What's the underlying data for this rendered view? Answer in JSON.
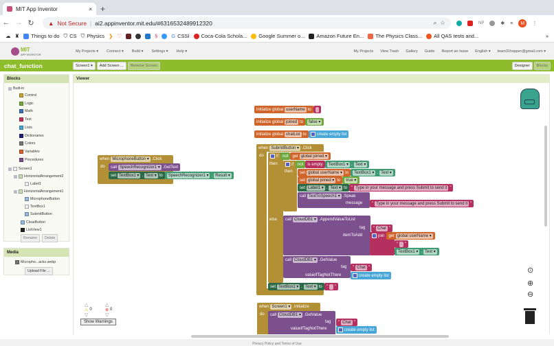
{
  "browser": {
    "tab_title": "MIT App Inventor",
    "new_tab": "+",
    "close": "×",
    "not_secure": "Not Secure",
    "url": "ai2.appinventor.mit.edu/#6316532489912320",
    "bookmarks": [
      "Things to do",
      "CS",
      "Physics",
      "CSSI",
      "Coca-Cola Schola...",
      "Google Summer o...",
      "Amazon Future En...",
      "The Physics Class...",
      "All QAS tests and..."
    ],
    "more": "»",
    "profile_initial": "M"
  },
  "app": {
    "logo_top": "MIT",
    "logo_bottom": "APP INVENTOR",
    "menu": [
      "My Projects ▾",
      "Connect ▾",
      "Build ▾",
      "Settings ▾",
      "Help ▾"
    ],
    "right_menu": [
      "My Projects",
      "View Trash",
      "Gallery",
      "Guide",
      "Report an Issue",
      "English ▾",
      "team31hopper@gmail.com ▾"
    ]
  },
  "project": {
    "name": "chat_function",
    "screen_select": "Screen1 ▾",
    "add_screen": "Add Screen ...",
    "remove_screen": "Remove Screen",
    "designer": "Designer",
    "blocks": "Blocks"
  },
  "blocks_panel": {
    "title": "Blocks",
    "builtin": "Built-in",
    "builtin_items": [
      {
        "label": "Control",
        "color": "#c9a33c"
      },
      {
        "label": "Logic",
        "color": "#78a83e"
      },
      {
        "label": "Math",
        "color": "#3c73b5"
      },
      {
        "label": "Text",
        "color": "#c2305f"
      },
      {
        "label": "Lists",
        "color": "#49a6d6"
      },
      {
        "label": "Dictionaries",
        "color": "#21207a"
      },
      {
        "label": "Colors",
        "color": "#777777"
      },
      {
        "label": "Variables",
        "color": "#d8632c"
      },
      {
        "label": "Procedures",
        "color": "#7d4f8f"
      }
    ],
    "components": [
      "Screen1",
      "HorizontalArrangement2",
      "Label1",
      "HorizontalArrangement1",
      "MicrophoneButton",
      "TextBox1",
      "SubmitButton",
      "ClearButton",
      "ListView1"
    ],
    "rename": "Rename",
    "delete": "Delete"
  },
  "media": {
    "title": "Media",
    "file": "Micropho...acks.webp",
    "upload": "Upload File ..."
  },
  "viewer": {
    "title": "Viewer",
    "warnings_count": "0",
    "errors_count": "0",
    "show_warnings": "Show Warnings",
    "blocks": {
      "init_username": [
        "initialize global",
        "userName",
        "to"
      ],
      "init_joined": [
        "initialize global",
        "joined",
        "to",
        "false ▾"
      ],
      "init_chatlist": [
        "initialize global",
        "chatList",
        "to",
        "create empty list"
      ],
      "submit": [
        "when",
        "SubmitButton ▾",
        ".Click",
        "do",
        "then",
        "else"
      ],
      "if": "if",
      "not": "not",
      "get": "get",
      "global_joined": "global joined ▾",
      "is_empty": "is empty",
      "textbox_text": [
        "TextBox1 ▾",
        ".",
        "Text ▾"
      ],
      "set": "set",
      "to": "to",
      "global_username": "global userName ▾",
      "true": "true ▾",
      "label_text": [
        "Label1 ▾",
        ".",
        "Text ▾"
      ],
      "msg": "Type in your message and press Submit to send it",
      "speak": [
        "call",
        "TextToSpeech1 ▾",
        ".Speak",
        "message"
      ],
      "append": [
        "call",
        "CloudDB1 ▾",
        ".AppendValueToList",
        "tag",
        "itemToAdd"
      ],
      "chat": "Chat",
      "join": "join",
      "colon": ":",
      "getvalue": [
        "call",
        "CloudDB1 ▾",
        ".GetValue",
        "tag",
        "valueIfTagNotThere"
      ],
      "create_empty_list": "create empty list",
      "mic": [
        "when",
        "MicrophoneButton ▾",
        ".Click",
        "do"
      ],
      "getText": [
        "call",
        "SpeechRecognizer1 ▾",
        ".GetText"
      ],
      "result": [
        "SpeechRecognizer1 ▾",
        ".",
        "Result ▾"
      ],
      "init": [
        "when",
        "Screen1 ▾",
        ".Initialize",
        "do"
      ]
    }
  },
  "footer": "Privacy Policy and Terms of Use",
  "colors": {
    "accent_green": "#8ebd2b",
    "text_block": "#b5305f",
    "variable_block": "#d0652c",
    "component_block": "#7c4f8d",
    "event_block": "#b38f36"
  }
}
